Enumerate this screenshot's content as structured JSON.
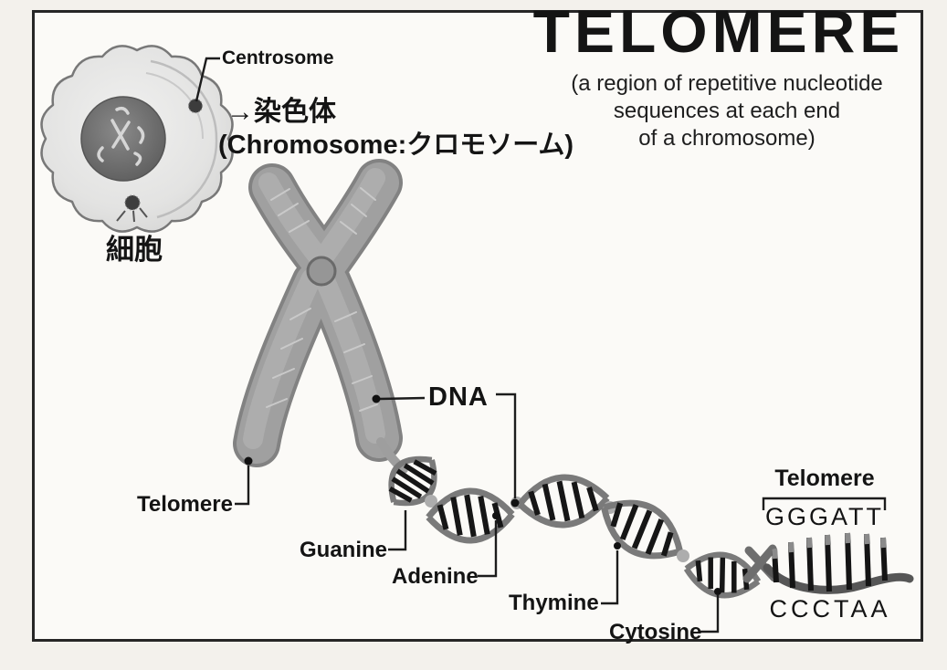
{
  "title": "TELOMERE",
  "subtitle": "(a region of repetitive nucleotide\nsequences at each end\nof a chromosome)",
  "cell": {
    "name_jp": "細胞",
    "centrosome_label": "Centrosome"
  },
  "chromosome": {
    "arrow_label_jp": "→染色体",
    "label_en": "(Chromosome:クロモソーム)",
    "dna_label": "DNA",
    "telomere_label": "Telomere"
  },
  "bases": {
    "guanine": "Guanine",
    "adenine": "Adenine",
    "thymine": "Thymine",
    "cytosine": "Cytosine"
  },
  "telomere_sequence": {
    "label": "Telomere",
    "top_strand": "GGGATT",
    "bottom_strand": "CCCTAA"
  },
  "colors": {
    "ink": "#1a1a1a",
    "chromosome_gray": "#9a9a9a",
    "helix_rung": "#141414",
    "background": "#f3f1ec"
  }
}
